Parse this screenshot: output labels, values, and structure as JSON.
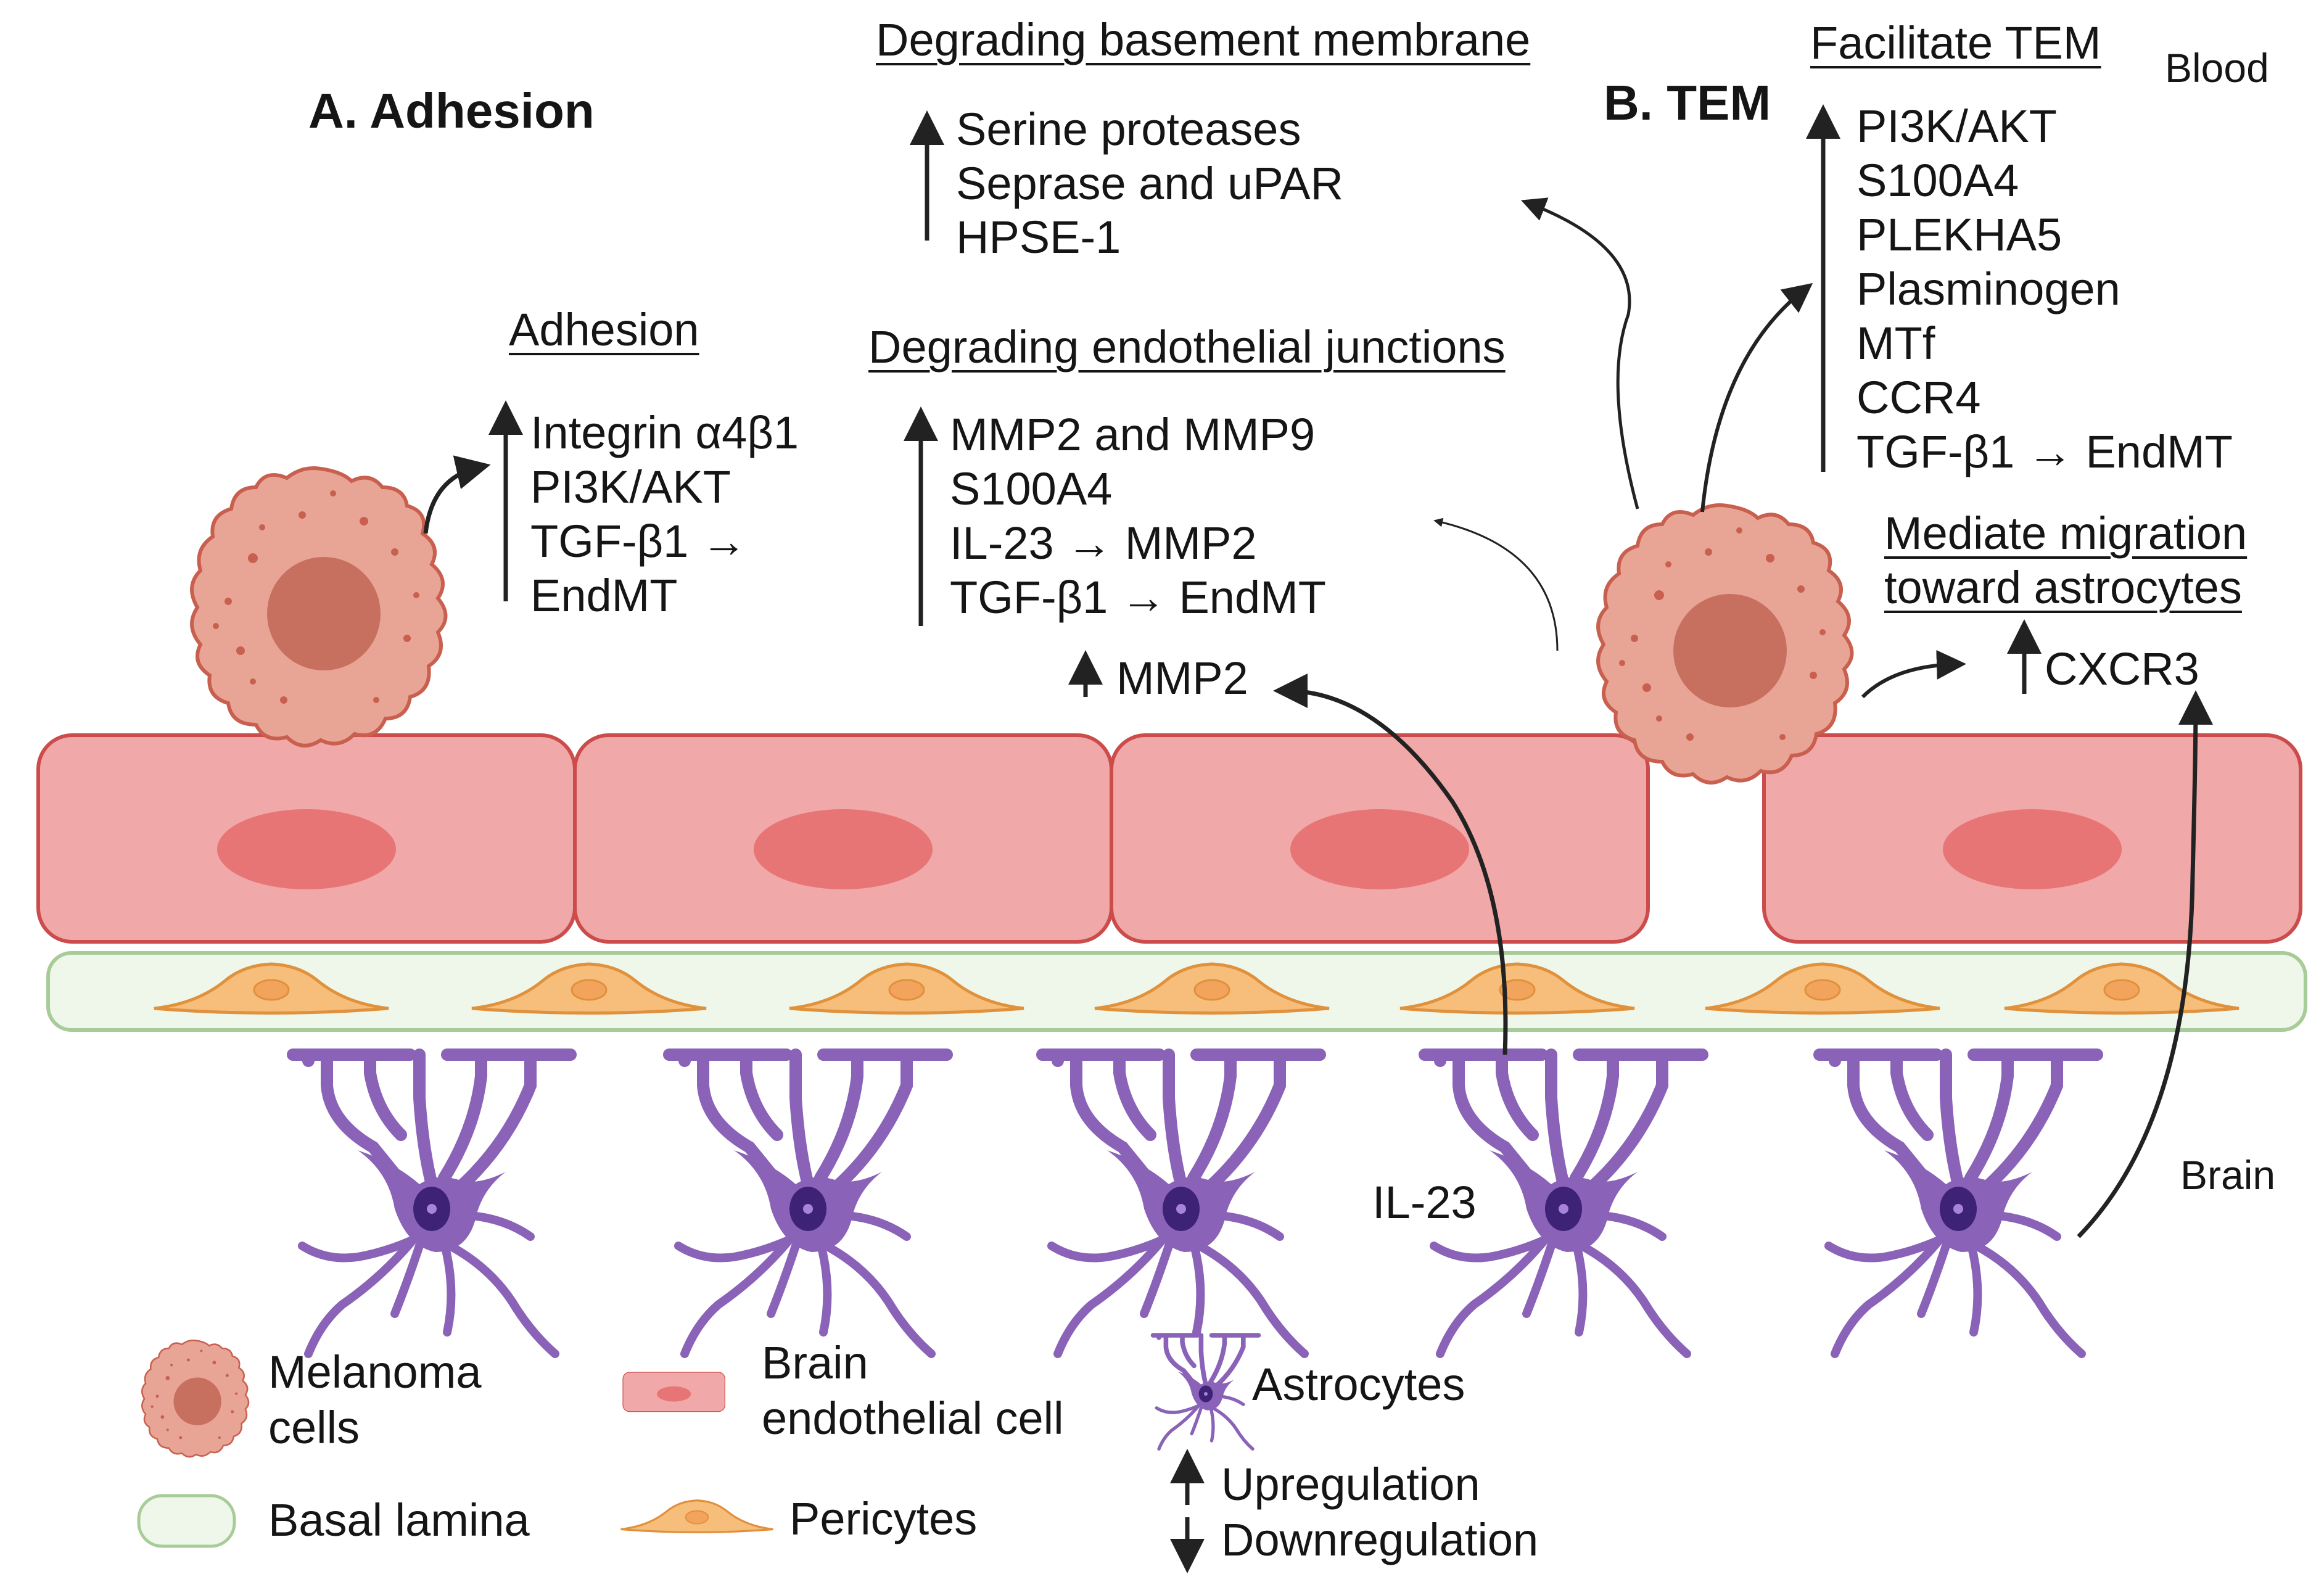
{
  "panels": {
    "adhesion_title": "A. Adhesion",
    "tem_title": "B. TEM"
  },
  "regions": {
    "blood": "Blood",
    "brain": "Brain"
  },
  "degrading_bm": {
    "heading": "Degrading basement membrane",
    "items": [
      "Serine proteases",
      "Seprase and uPAR",
      "HPSE-1"
    ]
  },
  "adhesion": {
    "heading": "Adhesion",
    "items": [
      "Integrin α4β1",
      "PI3K/AKT",
      "TGF-β1 →",
      "EndMT"
    ]
  },
  "degrading_ej": {
    "heading": "Degrading endothelial junctions",
    "items": [
      "MMP2 and MMP9",
      "S100A4",
      "IL-23 → MMP2",
      "TGF-β1 → EndMT"
    ],
    "mmp2": "MMP2"
  },
  "facilitate_tem": {
    "heading": "Facilitate TEM",
    "items": [
      "PI3K/AKT",
      "S100A4",
      "PLEKHA5",
      "Plasminogen",
      "MTf",
      "CCR4",
      "TGF-β1 → EndMT"
    ]
  },
  "migration": {
    "heading_line1": "Mediate migration",
    "heading_line2": "toward astrocytes",
    "item": "CXCR3"
  },
  "il23_label": "IL-23",
  "legend": {
    "melanoma_line1": "Melanoma",
    "melanoma_line2": "cells",
    "endothelial_line1": "Brain",
    "endothelial_line2": "endothelial cell",
    "astrocytes": "Astrocytes",
    "upregulation": "Upregulation",
    "downregulation": "Downregulation",
    "basal_lamina": "Basal lamina",
    "pericytes": "Pericytes"
  },
  "colors": {
    "melanoma_fill": "#e8a596",
    "melanoma_stroke": "#c9604f",
    "melanoma_nucleus": "#c8705f",
    "endothelial_fill": "#f0a8a8",
    "endothelial_stroke": "#cc4b4b",
    "endothelial_nucleus": "#e87575",
    "lamina_fill": "#eff7ea",
    "lamina_stroke": "#a8cc98",
    "pericyte_fill": "#f7bd7b",
    "pericyte_stroke": "#e0913c",
    "astrocyte": "#8a63b8",
    "astrocyte_nucleus": "#3d2275",
    "arrow": "#222222"
  }
}
